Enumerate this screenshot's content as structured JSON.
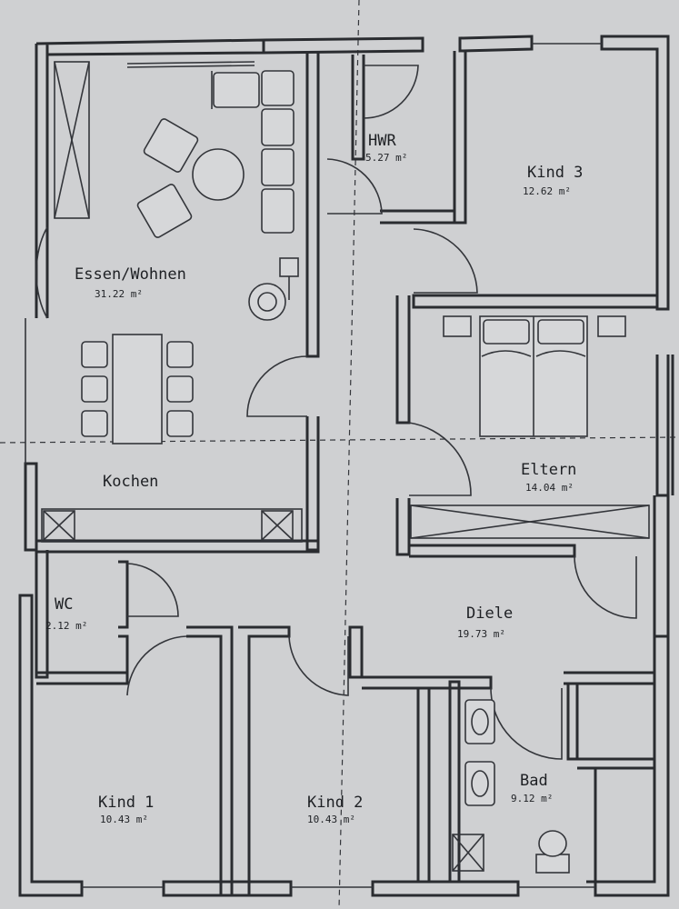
{
  "rooms": [
    {
      "id": "essen-wohnen",
      "name": "Essen/Wohnen",
      "area": "31.22 m²"
    },
    {
      "id": "kochen",
      "name": "Kochen",
      "area": ""
    },
    {
      "id": "hwr",
      "name": "HWR",
      "area": "5.27 m²"
    },
    {
      "id": "kind3",
      "name": "Kind 3",
      "area": "12.62 m²"
    },
    {
      "id": "eltern",
      "name": "Eltern",
      "area": "14.04 m²"
    },
    {
      "id": "wc",
      "name": "WC",
      "area": "2.12 m²"
    },
    {
      "id": "diele",
      "name": "Diele",
      "area": "19.73 m²"
    },
    {
      "id": "kind1",
      "name": "Kind 1",
      "area": "10.43 m²"
    },
    {
      "id": "kind2",
      "name": "Kind 2",
      "area": "10.43 m²"
    },
    {
      "id": "bad",
      "name": "Bad",
      "area": "9.12 m²"
    }
  ],
  "colors": {
    "paper": "#cfd0d2",
    "ink": "#2a2c30"
  }
}
